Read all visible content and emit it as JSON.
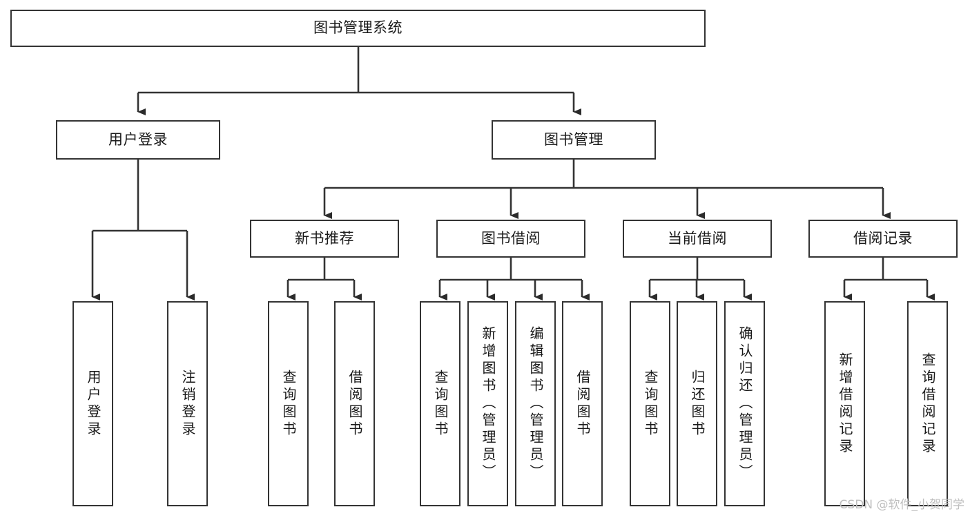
{
  "diagram": {
    "title": "图书管理系统",
    "type": "hierarchy-tree",
    "background_color": "#ffffff",
    "line_color": "#333333",
    "box_border_color": "#333333",
    "box_fill_color": "#ffffff",
    "text_color": "#1a1a1a",
    "root": {
      "id": "root",
      "label": "图书管理系统",
      "orientation": "horizontal"
    },
    "level2": [
      {
        "id": "user-login",
        "label": "用户登录",
        "orientation": "horizontal"
      },
      {
        "id": "book-management",
        "label": "图书管理",
        "orientation": "horizontal"
      }
    ],
    "level3": [
      {
        "id": "new-book-recommend",
        "label": "新书推荐",
        "parent": "book-management",
        "orientation": "horizontal"
      },
      {
        "id": "book-borrow",
        "label": "图书借阅",
        "parent": "book-management",
        "orientation": "horizontal"
      },
      {
        "id": "current-borrow",
        "label": "当前借阅",
        "parent": "book-management",
        "orientation": "horizontal"
      },
      {
        "id": "borrow-record",
        "label": "借阅记录",
        "parent": "book-management",
        "orientation": "horizontal"
      }
    ],
    "leaves": [
      {
        "id": "leaf-user-login",
        "label": "用户登录",
        "parent": "user-login",
        "orientation": "vertical"
      },
      {
        "id": "leaf-user-logout",
        "label": "注销登录",
        "parent": "user-login",
        "orientation": "vertical"
      },
      {
        "id": "leaf-query-book-1",
        "label": "查询图书",
        "parent": "new-book-recommend",
        "orientation": "vertical"
      },
      {
        "id": "leaf-borrow-book-1",
        "label": "借阅图书",
        "parent": "new-book-recommend",
        "orientation": "vertical"
      },
      {
        "id": "leaf-query-book-2",
        "label": "查询图书",
        "parent": "book-borrow",
        "orientation": "vertical"
      },
      {
        "id": "leaf-add-book",
        "label": "新增图书（管理员）",
        "parent": "book-borrow",
        "orientation": "vertical"
      },
      {
        "id": "leaf-edit-book",
        "label": "编辑图书（管理员）",
        "parent": "book-borrow",
        "orientation": "vertical"
      },
      {
        "id": "leaf-borrow-book-2",
        "label": "借阅图书",
        "parent": "book-borrow",
        "orientation": "vertical"
      },
      {
        "id": "leaf-query-book-3",
        "label": "查询图书",
        "parent": "current-borrow",
        "orientation": "vertical"
      },
      {
        "id": "leaf-return-book",
        "label": "归还图书",
        "parent": "current-borrow",
        "orientation": "vertical"
      },
      {
        "id": "leaf-confirm-return",
        "label": "确认归还（管理员）",
        "parent": "current-borrow",
        "orientation": "vertical"
      },
      {
        "id": "leaf-add-record",
        "label": "新增借阅记录",
        "parent": "borrow-record",
        "orientation": "vertical"
      },
      {
        "id": "leaf-query-record",
        "label": "查询借阅记录",
        "parent": "borrow-record",
        "orientation": "vertical"
      }
    ]
  },
  "watermark": {
    "text": "CSDN @软件_小贺同学"
  }
}
